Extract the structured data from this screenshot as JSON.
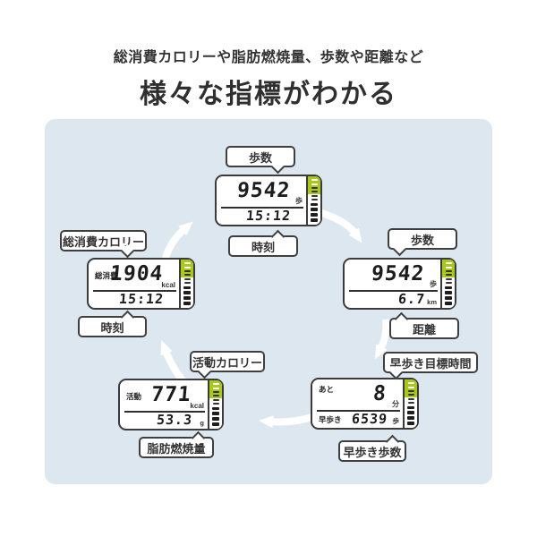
{
  "header": {
    "subtitle": "総消費カロリーや脂肪燃焼量、歩数や距離など",
    "title": "様々な指標がわかる"
  },
  "colors": {
    "panel_bg": "#dde7f0",
    "gauge_green": "#a9c81f",
    "text": "#333333",
    "lcd_border": "#3b3b3b",
    "arrow": "#ffffff"
  },
  "displays": {
    "top": {
      "bubble_top": "歩数",
      "bubble_bottom": "時刻",
      "main_value": "9542",
      "main_unit": "歩",
      "sub_value": "15:12",
      "sub_unit": ""
    },
    "right": {
      "bubble_top": "歩数",
      "bubble_bottom": "距離",
      "main_value": "9542",
      "main_unit": "歩",
      "sub_value": "6.7",
      "sub_unit": "km"
    },
    "left": {
      "bubble_top": "総消費カロリー",
      "bubble_bottom": "時刻",
      "lcd_label": "総消費",
      "main_value": "1904",
      "main_unit": "kcal",
      "sub_value": "15:12",
      "sub_unit": ""
    },
    "bottom_center": {
      "bubble_top": "活動カロリー",
      "bubble_bottom": "脂肪燃焼量",
      "lcd_label": "活動",
      "main_value": "771",
      "main_unit": "kcal",
      "sub_value": "53.3",
      "sub_unit": "g"
    },
    "bottom_right": {
      "bubble_top": "早歩き目標時間",
      "bubble_bottom": "早歩き歩数",
      "lcd_label": "あと",
      "main_value": "8",
      "main_unit": "分",
      "sub_label": "早歩き",
      "sub_value": "6539",
      "sub_unit": "歩"
    }
  }
}
